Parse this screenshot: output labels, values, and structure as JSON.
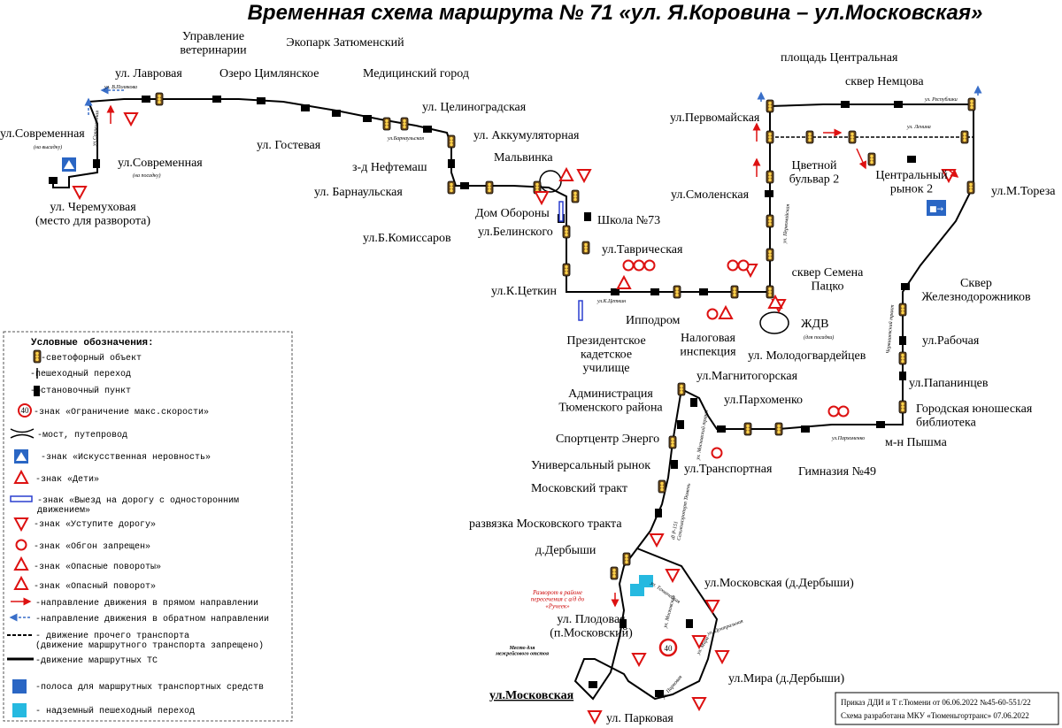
{
  "title": "Временная схема маршрута № 71 «ул. Я.Коровина – ул.Московская»",
  "stops": [
    {
      "id": "s1",
      "name": "Управление\nветеринарии"
    },
    {
      "id": "s2",
      "name": "Экопарк Затюменский"
    },
    {
      "id": "s3",
      "name": "ул. Лавровая"
    },
    {
      "id": "s4",
      "name": "Озеро Цимлянское"
    },
    {
      "id": "s5",
      "name": "Медицинский город"
    },
    {
      "id": "s6",
      "name": "ул. Целиноградская"
    },
    {
      "id": "s7",
      "name": "ул.Современная"
    },
    {
      "id": "s8",
      "name": "ул.Современная"
    },
    {
      "id": "s9",
      "name": "ул. Гостевая"
    },
    {
      "id": "s10",
      "name": "ул. Аккумуляторная"
    },
    {
      "id": "s11",
      "name": "з-д Нефтемаш"
    },
    {
      "id": "s12",
      "name": "Мальвинка"
    },
    {
      "id": "s13",
      "name": "ул. Барнаульская"
    },
    {
      "id": "s14",
      "name": "ул. Черемуховая\n(место для разворота)"
    },
    {
      "id": "s15",
      "name": "Дом Обороны"
    },
    {
      "id": "s16",
      "name": "Школа №73"
    },
    {
      "id": "s17",
      "name": "ул.Белинского"
    },
    {
      "id": "s18",
      "name": "ул.Б.Комиссаров"
    },
    {
      "id": "s19",
      "name": "ул.Таврическая"
    },
    {
      "id": "s20",
      "name": "ул.К.Цеткин"
    },
    {
      "id": "s21",
      "name": "Ипподром"
    },
    {
      "id": "s22",
      "name": "Налоговая\nинспекция"
    },
    {
      "id": "s23",
      "name": "Президентское\nкадетское\nучилище"
    },
    {
      "id": "s24",
      "name": "площадь Центральная"
    },
    {
      "id": "s25",
      "name": "сквер Немцова"
    },
    {
      "id": "s26",
      "name": "ул.Первомайская"
    },
    {
      "id": "s27",
      "name": "Цветной\nбульвар 2"
    },
    {
      "id": "s28",
      "name": "Центральный\nрынок 2"
    },
    {
      "id": "s29",
      "name": "ул.Смоленская"
    },
    {
      "id": "s30",
      "name": "ул.М.Тореза"
    },
    {
      "id": "s31",
      "name": "сквер Семена\nПацко"
    },
    {
      "id": "s32",
      "name": "ЖДВ"
    },
    {
      "id": "s33",
      "name": "Сквер\nЖелезнодорожников"
    },
    {
      "id": "s34",
      "name": "ул.Рабочая"
    },
    {
      "id": "s35",
      "name": "ул. Молодогвардейцев"
    },
    {
      "id": "s36",
      "name": "ул.Папанинцев"
    },
    {
      "id": "s37",
      "name": "ул.Магнитогорская"
    },
    {
      "id": "s38",
      "name": "Администрация\nТюменского района"
    },
    {
      "id": "s39",
      "name": "ул.Пархоменко"
    },
    {
      "id": "s40",
      "name": "Городская юношеская\nбиблиотека"
    },
    {
      "id": "s41",
      "name": "Спортцентр Энерго"
    },
    {
      "id": "s42",
      "name": "м-н Пышма"
    },
    {
      "id": "s43",
      "name": "Универсальный рынок"
    },
    {
      "id": "s44",
      "name": "ул.Транспортная"
    },
    {
      "id": "s45",
      "name": "Гимназия №49"
    },
    {
      "id": "s46",
      "name": "Московский тракт"
    },
    {
      "id": "s47",
      "name": "развязка Московского тракта"
    },
    {
      "id": "s48",
      "name": "д.Дербыши"
    },
    {
      "id": "s49",
      "name": "ул.Московская (д.Дербыши)"
    },
    {
      "id": "s50",
      "name": "ул. Плодовая\n(п.Московский)"
    },
    {
      "id": "s51",
      "name": "ул.Мира (д.Дербыши)"
    },
    {
      "id": "s52",
      "name": "ул.Московская"
    },
    {
      "id": "s53",
      "name": "ул. Парковая"
    }
  ],
  "small_labels": {
    "v_polyakova": "ул. В.Полякова",
    "sovremennaya_v": "ул.Современная",
    "na_vysadku": "(на высадку)",
    "na_posadku": "(на посадку)",
    "barnaulskaya": "ул.Барнаульская",
    "respubliki": "ул. Республики",
    "lenina": "ул. Ленина",
    "pervomaiskaya": "ул. Первомайская",
    "k_tsetkin": "ул.К.Цеткин",
    "chervishevsky": "Червишевский тракт",
    "dlya_posadki": "(для посадки)",
    "parkhomenko": "ул.Пархоменко",
    "moskovsky_trakt": "ул. Московский тракт",
    "tekhnicheskaya": "ул. Техническая",
    "moskovskaya_v": "ул. Московская",
    "tsentralnaya": "ул. Центральная",
    "mira": "ул. Мира",
    "parkovaya": "ул. Парковая",
    "r_detail": "dl P-151\nСельхозаэропорт Тюмень",
    "razvorot": "Разворот в районе\nпересечения с а/д до\n«Ручеек»",
    "mesto": "Место для\nмежрейсового отстоя"
  },
  "legend": {
    "title": "Условные обозначения:",
    "items": [
      "-светофорный объект",
      "-пешеходный переход",
      "-остановочный пункт",
      "-знак «Ограничение макс.скорости»",
      "-мост, путепровод",
      "-знак «Искусственная неровность»",
      "-знак «Дети»",
      "-знак «Выезд на дорогу с односторонним\nдвижением»",
      "-знак «Уступите дорогу»",
      "-знак «Обгон запрещен»",
      "-знак «Опасные повороты»",
      "-знак «Опасный поворот»",
      "-направление движения в прямом направлении",
      "-направление движения в обратном направлении",
      "- движение прочего транспорта\n(движение маршрутного транспорта запрещено)",
      "-движение маршрутных ТС",
      "-полоса для маршрутных транспортных средств",
      "- надземный пешеходный переход"
    ],
    "speed_value": "40"
  },
  "footer": {
    "line1": "Приказ ДДИ и Т г.Тюмени от 06.06.2022 №45-60-551/22",
    "line2": "Схема разработана МКУ «Тюменьгортранс» 07.06.2022"
  },
  "speed_sign_value": "40"
}
